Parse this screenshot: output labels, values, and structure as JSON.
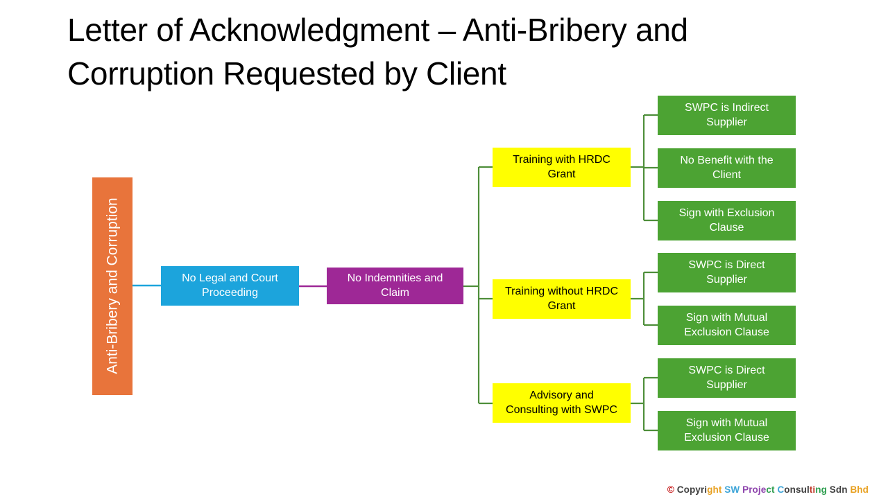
{
  "slide": {
    "title": "Letter of Acknowledgment – Anti-Bribery and\nCorruption Requested by Client",
    "background_color": "#FFFFFF"
  },
  "diagram_data": {
    "type": "diagram",
    "layout": "horizontal-tree",
    "colors": {
      "root": "#E8743B",
      "level2": "#1CA4DC",
      "level3": "#9E2896",
      "level4": "#FFFF00",
      "level5": "#4CA333",
      "connector_root": "#1CA4DC",
      "connector_level3": "#9E2896",
      "connector_green": "#4E8E3A",
      "text_light": "#FFFFFF",
      "text_dark": "#000000"
    },
    "nodes": {
      "root": {
        "label": "Anti-Bribery and Corruption",
        "color": "#E8743B",
        "orientation": "vertical"
      },
      "legal": {
        "label": "No Legal and Court\nProceeding",
        "color": "#1CA4DC"
      },
      "indemnity": {
        "label": "No Indemnities and\nClaim",
        "color": "#9E2896"
      },
      "branches": [
        {
          "label": "Training with HRDC\nGrant",
          "color": "#FFFF00",
          "children": [
            {
              "label": "SWPC is Indirect\nSupplier",
              "color": "#4CA333"
            },
            {
              "label": "No Benefit with the\nClient",
              "color": "#4CA333"
            },
            {
              "label": "Sign with Exclusion\nClause",
              "color": "#4CA333"
            }
          ]
        },
        {
          "label": "Training without HRDC\nGrant",
          "color": "#FFFF00",
          "children": [
            {
              "label": "SWPC is Direct\nSupplier",
              "color": "#4CA333"
            },
            {
              "label": "Sign with Mutual\nExclusion Clause",
              "color": "#4CA333"
            }
          ]
        },
        {
          "label": "Advisory and\nConsulting with SWPC",
          "color": "#FFFF00",
          "children": [
            {
              "label": "SWPC is Direct\nSupplier",
              "color": "#4CA333"
            },
            {
              "label": "Sign with Mutual\nExclusion Clause",
              "color": "#4CA333"
            }
          ]
        }
      ]
    }
  },
  "footer": {
    "full_text": "© Copyright SW Project Consulting Sdn Bhd",
    "segments": [
      {
        "text": "©",
        "color": "#C00000"
      },
      {
        "text": " Copyri",
        "color": "#404040"
      },
      {
        "text": "ght",
        "color": "#E8A020"
      },
      {
        "text": " ",
        "color": "#404040"
      },
      {
        "text": "SW",
        "color": "#3EA5D8"
      },
      {
        "text": " ",
        "color": "#404040"
      },
      {
        "text": "Proje",
        "color": "#8E44AD"
      },
      {
        "text": "ct",
        "color": "#2E9E4F"
      },
      {
        "text": " ",
        "color": "#404040"
      },
      {
        "text": "C",
        "color": "#3EA5D8"
      },
      {
        "text": "onsul",
        "color": "#404040"
      },
      {
        "text": "ti",
        "color": "#C0392B"
      },
      {
        "text": "ng",
        "color": "#2E9E4F"
      },
      {
        "text": " Sdn ",
        "color": "#404040"
      },
      {
        "text": "Bhd",
        "color": "#E8A020"
      }
    ]
  }
}
